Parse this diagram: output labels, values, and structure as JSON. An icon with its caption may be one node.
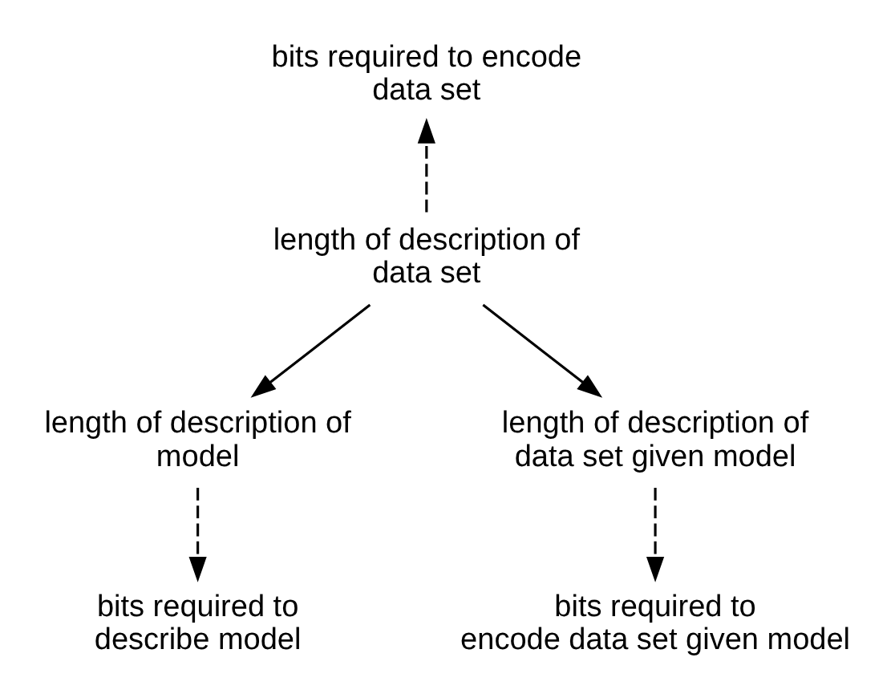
{
  "diagram": {
    "nodes": [
      {
        "text": [
          "bits required to encode data set"
        ]
      },
      {
        "text": [
          "length of description of data set"
        ]
      },
      {
        "text": [
          "length of description of model"
        ]
      },
      {
        "text": [
          "length of description of data set given model"
        ]
      },
      {
        "text": [
          "bits required to describe model"
        ]
      },
      {
        "text": [
          "bits required to encode data set given model"
        ]
      }
    ],
    "edges": [
      {
        "from": 1,
        "to": 0,
        "arrow": "to",
        "style": "dashed"
      },
      {
        "from": 1,
        "to": 2,
        "arrow": "to"
      },
      {
        "from": 1,
        "to": 3,
        "arrow": "to"
      },
      {
        "from": 2,
        "to": 4,
        "arrow": "to",
        "style": "dashed"
      },
      {
        "from": 3,
        "to": 5,
        "arrow": "to",
        "style": "dashed"
      }
    ]
  }
}
